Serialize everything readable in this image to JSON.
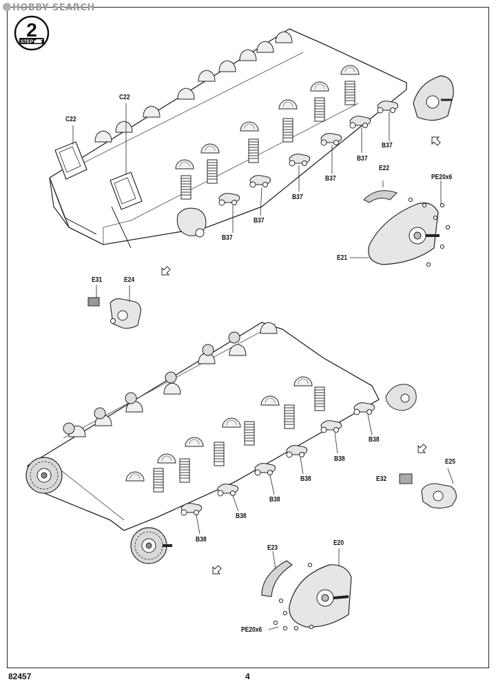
{
  "watermark": "HOBBY SEARCH",
  "step": {
    "number": "2",
    "word": "STEP"
  },
  "labels": {
    "c22_a": "C22",
    "c22_b": "C22",
    "b37_1": "B37",
    "b37_2": "B37",
    "b37_3": "B37",
    "b37_4": "B37",
    "b37_5": "B37",
    "b37_6": "B37",
    "e22": "E22",
    "pe20_top": "PE20x6",
    "e21": "E21",
    "e31": "E31",
    "e24": "E24",
    "b38_1": "B38",
    "b38_2": "B38",
    "b38_3": "B38",
    "b38_4": "B38",
    "b38_5": "B38",
    "b38_6": "B38",
    "e25": "E25",
    "e32": "E32",
    "e23": "E23",
    "e20": "E20",
    "pe20_bottom": "PE20x6"
  },
  "footer": {
    "code": "82457",
    "page": "4"
  }
}
